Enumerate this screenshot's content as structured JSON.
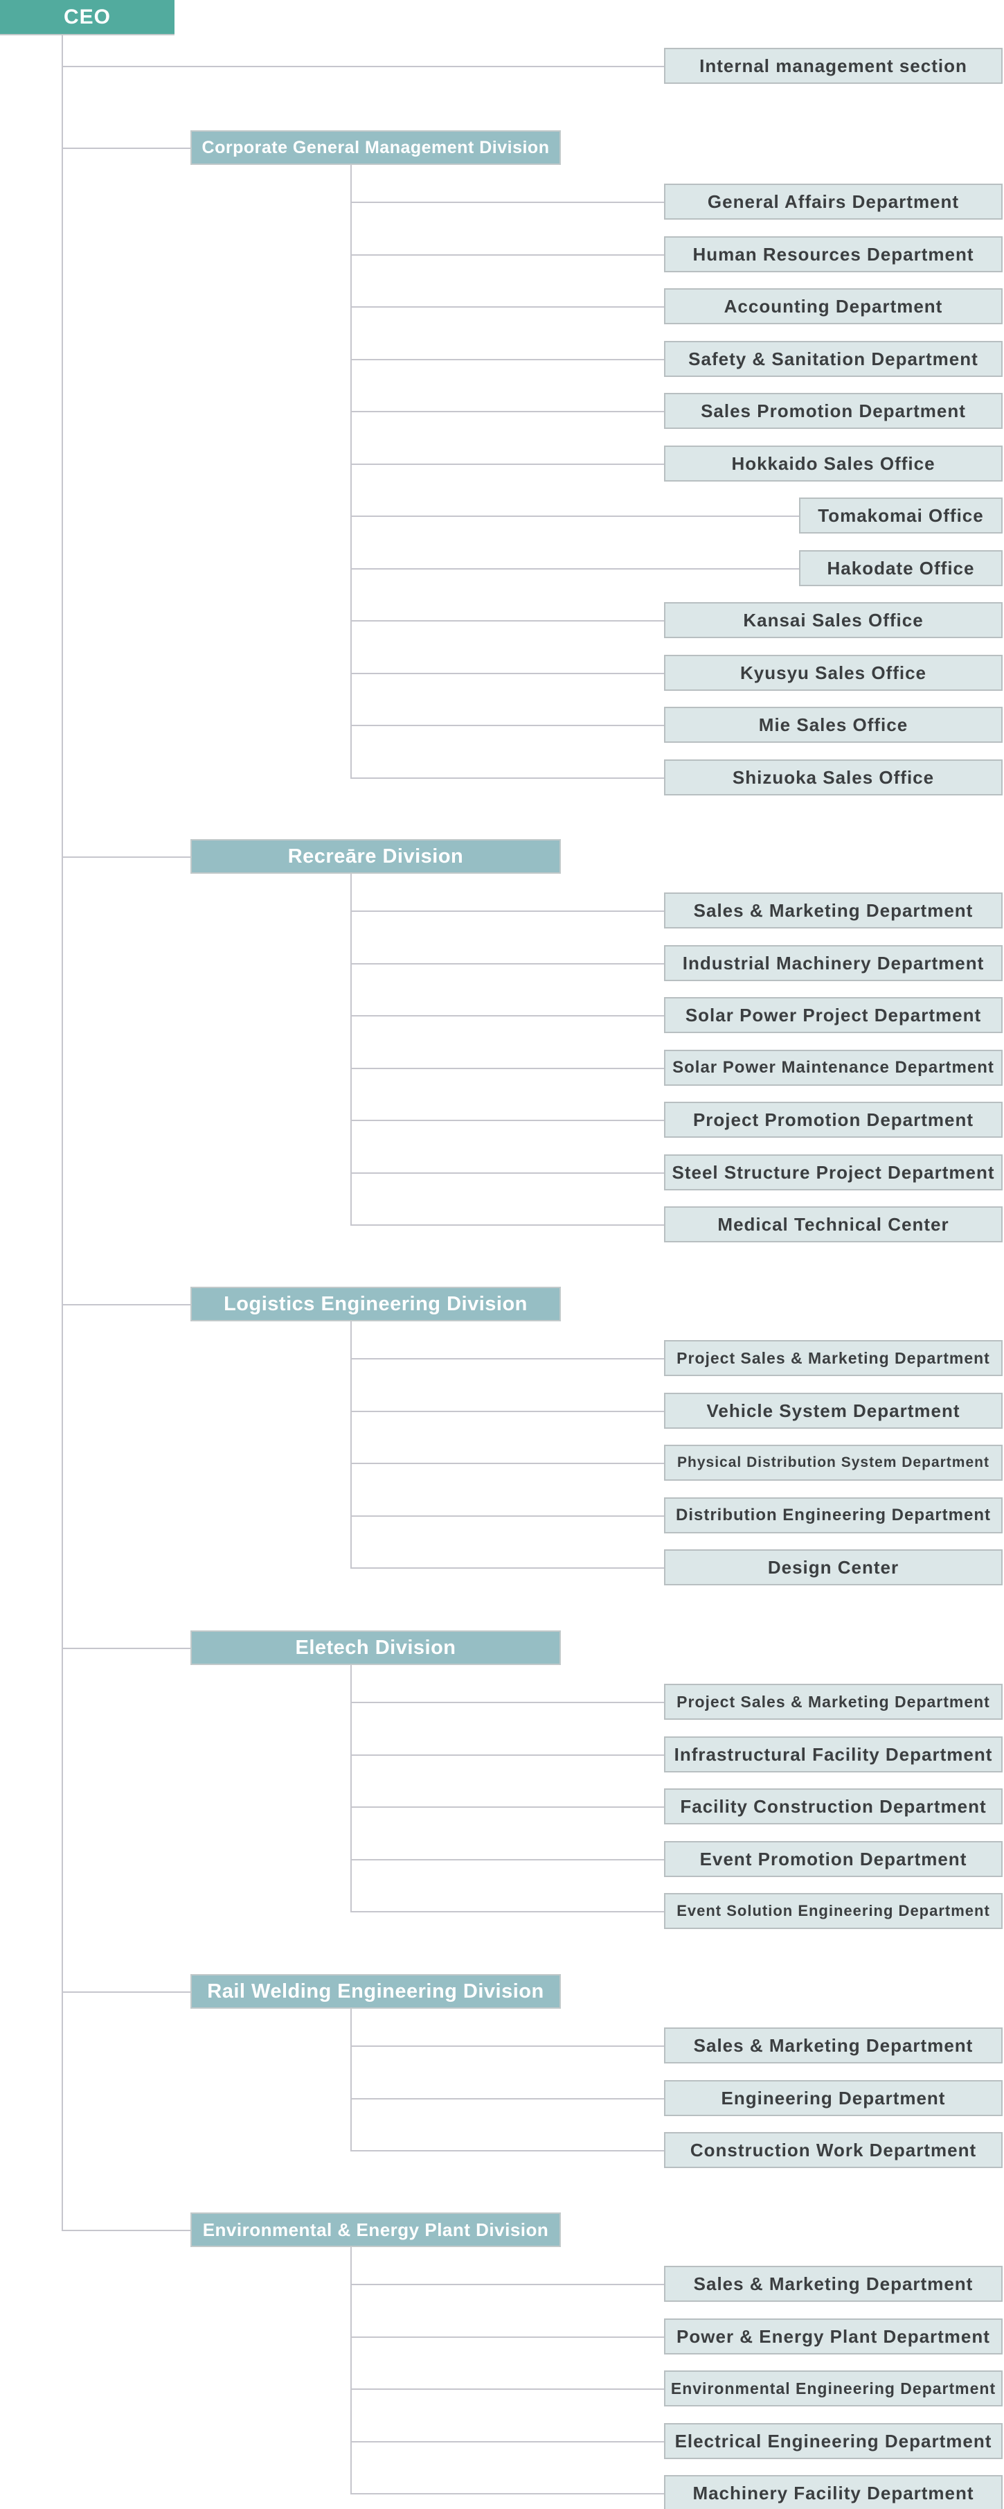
{
  "org": {
    "ceo": {
      "label": "CEO"
    },
    "internal_section": {
      "label": "Internal management section"
    },
    "divisions": [
      {
        "label": "Corporate General Management Division",
        "children": [
          {
            "label": "General Affairs Department"
          },
          {
            "label": "Human Resources Department"
          },
          {
            "label": "Accounting Department"
          },
          {
            "label": "Safety & Sanitation Department"
          },
          {
            "label": "Sales Promotion Department"
          },
          {
            "label": "Hokkaido Sales Office"
          },
          {
            "label": "Tomakomai Office",
            "sub": true
          },
          {
            "label": "Hakodate Office",
            "sub": true
          },
          {
            "label": "Kansai Sales Office"
          },
          {
            "label": "Kyusyu Sales Office"
          },
          {
            "label": "Mie Sales Office"
          },
          {
            "label": "Shizuoka Sales Office"
          }
        ]
      },
      {
        "label": "Recreāre Division",
        "children": [
          {
            "label": "Sales & Marketing Department"
          },
          {
            "label": "Industrial Machinery Department"
          },
          {
            "label": "Solar Power Project Department"
          },
          {
            "label": "Solar Power Maintenance Department"
          },
          {
            "label": "Project Promotion Department"
          },
          {
            "label": "Steel Structure Project Department"
          },
          {
            "label": "Medical Technical Center"
          }
        ]
      },
      {
        "label": "Logistics Engineering Division",
        "children": [
          {
            "label": "Project Sales & Marketing Department"
          },
          {
            "label": "Vehicle System Department"
          },
          {
            "label": "Physical Distribution System Department"
          },
          {
            "label": "Distribution Engineering Department"
          },
          {
            "label": "Design Center"
          }
        ]
      },
      {
        "label": "Eletech Division",
        "children": [
          {
            "label": "Project Sales & Marketing Department"
          },
          {
            "label": "Infrastructural Facility Department"
          },
          {
            "label": "Facility Construction Department"
          },
          {
            "label": "Event Promotion Department"
          },
          {
            "label": "Event Solution Engineering Department"
          }
        ]
      },
      {
        "label": "Rail Welding Engineering Division",
        "children": [
          {
            "label": "Sales & Marketing Department"
          },
          {
            "label": "Engineering Department"
          },
          {
            "label": "Construction Work Department"
          }
        ]
      },
      {
        "label": "Environmental & Energy Plant Division",
        "children": [
          {
            "label": "Sales & Marketing Department"
          },
          {
            "label": "Power & Energy Plant Department"
          },
          {
            "label": "Environmental Engineering Department"
          },
          {
            "label": "Electrical Engineering Department"
          },
          {
            "label": "Machinery Facility Department"
          }
        ]
      }
    ]
  },
  "colors": {
    "ceo_fill": "#52ab9e",
    "division_fill": "#96bec4",
    "department_fill": "#dce7e8",
    "department_border": "#b8bfc1",
    "line": "#c6c6cd",
    "text_dark": "#3b3e40",
    "text_light": "#ffffff"
  }
}
